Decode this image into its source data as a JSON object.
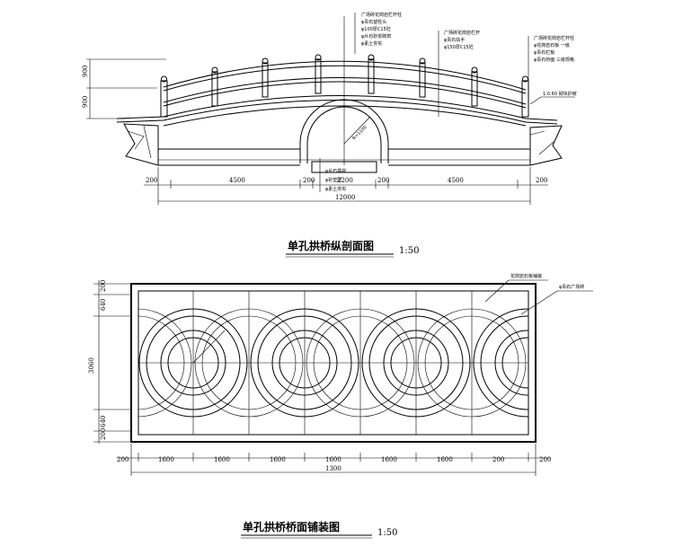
{
  "elevation": {
    "title": "单孔拱桥纵剖面图",
    "scale": "1:50",
    "dims_bottom": [
      "200",
      "4500",
      "200",
      "2200",
      "200",
      "4500",
      "200"
    ],
    "total_length": "12000",
    "dims_left": [
      "900",
      "900"
    ],
    "radius_label": "R=1100",
    "notes_top_center": [
      "广场砖花岗岩栏杆柱",
      "φ青石望柱头",
      "φ100厚C15砼",
      "φ片石砂浆砌筑",
      "φ素土夯实"
    ],
    "notes_top_mid": [
      "广场砖花岗岩栏杆",
      "φ青石扶手",
      "φ150厚C15砼"
    ],
    "notes_top_right": [
      "广场砖花岗岩栏杆柱",
      "φ花岗岩石板 一级",
      "φ青石栏板",
      "φ青石桥面 三级规格"
    ],
    "note_right": "1:0.60 砌块护坡",
    "notes_base": [
      "φ片石基础",
      "φ砂垫层",
      "φ素土夯实"
    ]
  },
  "plan": {
    "title": "单孔拱桥桥面铺装图",
    "scale": "1:50",
    "dims_bottom": [
      "200",
      "1600",
      "1600",
      "1600",
      "1600",
      "1600",
      "1600",
      "200"
    ],
    "total_length": "1300",
    "dims_left": [
      "200",
      "640",
      "3060",
      "640",
      "200"
    ],
    "notes": [
      "花岗岩石板铺装",
      "φ青石广场砖"
    ]
  }
}
